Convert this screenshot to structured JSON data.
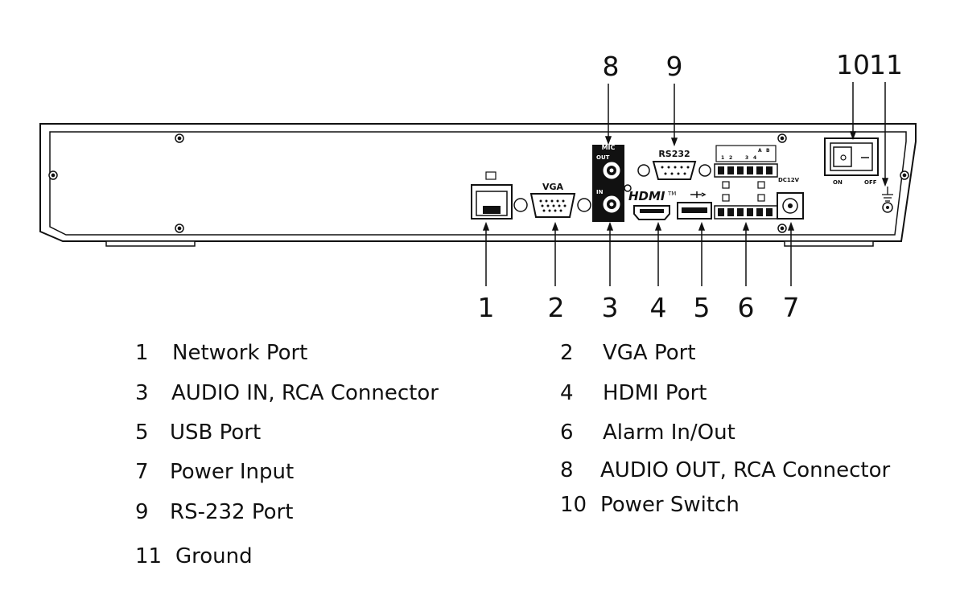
{
  "panel_labels": {
    "vga": "VGA",
    "mic": "MIC",
    "out": "OUT",
    "in": "IN",
    "rs232": "RS232",
    "hdmi": "HDMI",
    "tm": "TM",
    "dc12v": "DC12V",
    "on": "ON",
    "off": "OFF",
    "terminal_top": [
      "1",
      "2",
      "3",
      "4",
      "A",
      "B"
    ]
  },
  "callouts": [
    "1",
    "2",
    "3",
    "4",
    "5",
    "6",
    "7",
    "8",
    "9",
    "10",
    "11"
  ],
  "legend": [
    {
      "num": "1",
      "label": "Network Port"
    },
    {
      "num": "2",
      "label": "VGA Port"
    },
    {
      "num": "3",
      "label": "AUDIO IN, RCA Connector"
    },
    {
      "num": "4",
      "label": "HDMI Port"
    },
    {
      "num": "5",
      "label": "USB Port"
    },
    {
      "num": "6",
      "label": "Alarm In/Out"
    },
    {
      "num": "7",
      "label": "Power Input"
    },
    {
      "num": "8",
      "label": "AUDIO OUT, RCA Connector"
    },
    {
      "num": "9",
      "label": "RS-232 Port"
    },
    {
      "num": "10",
      "label": "Power Switch"
    },
    {
      "num": "11",
      "label": "Ground"
    }
  ]
}
